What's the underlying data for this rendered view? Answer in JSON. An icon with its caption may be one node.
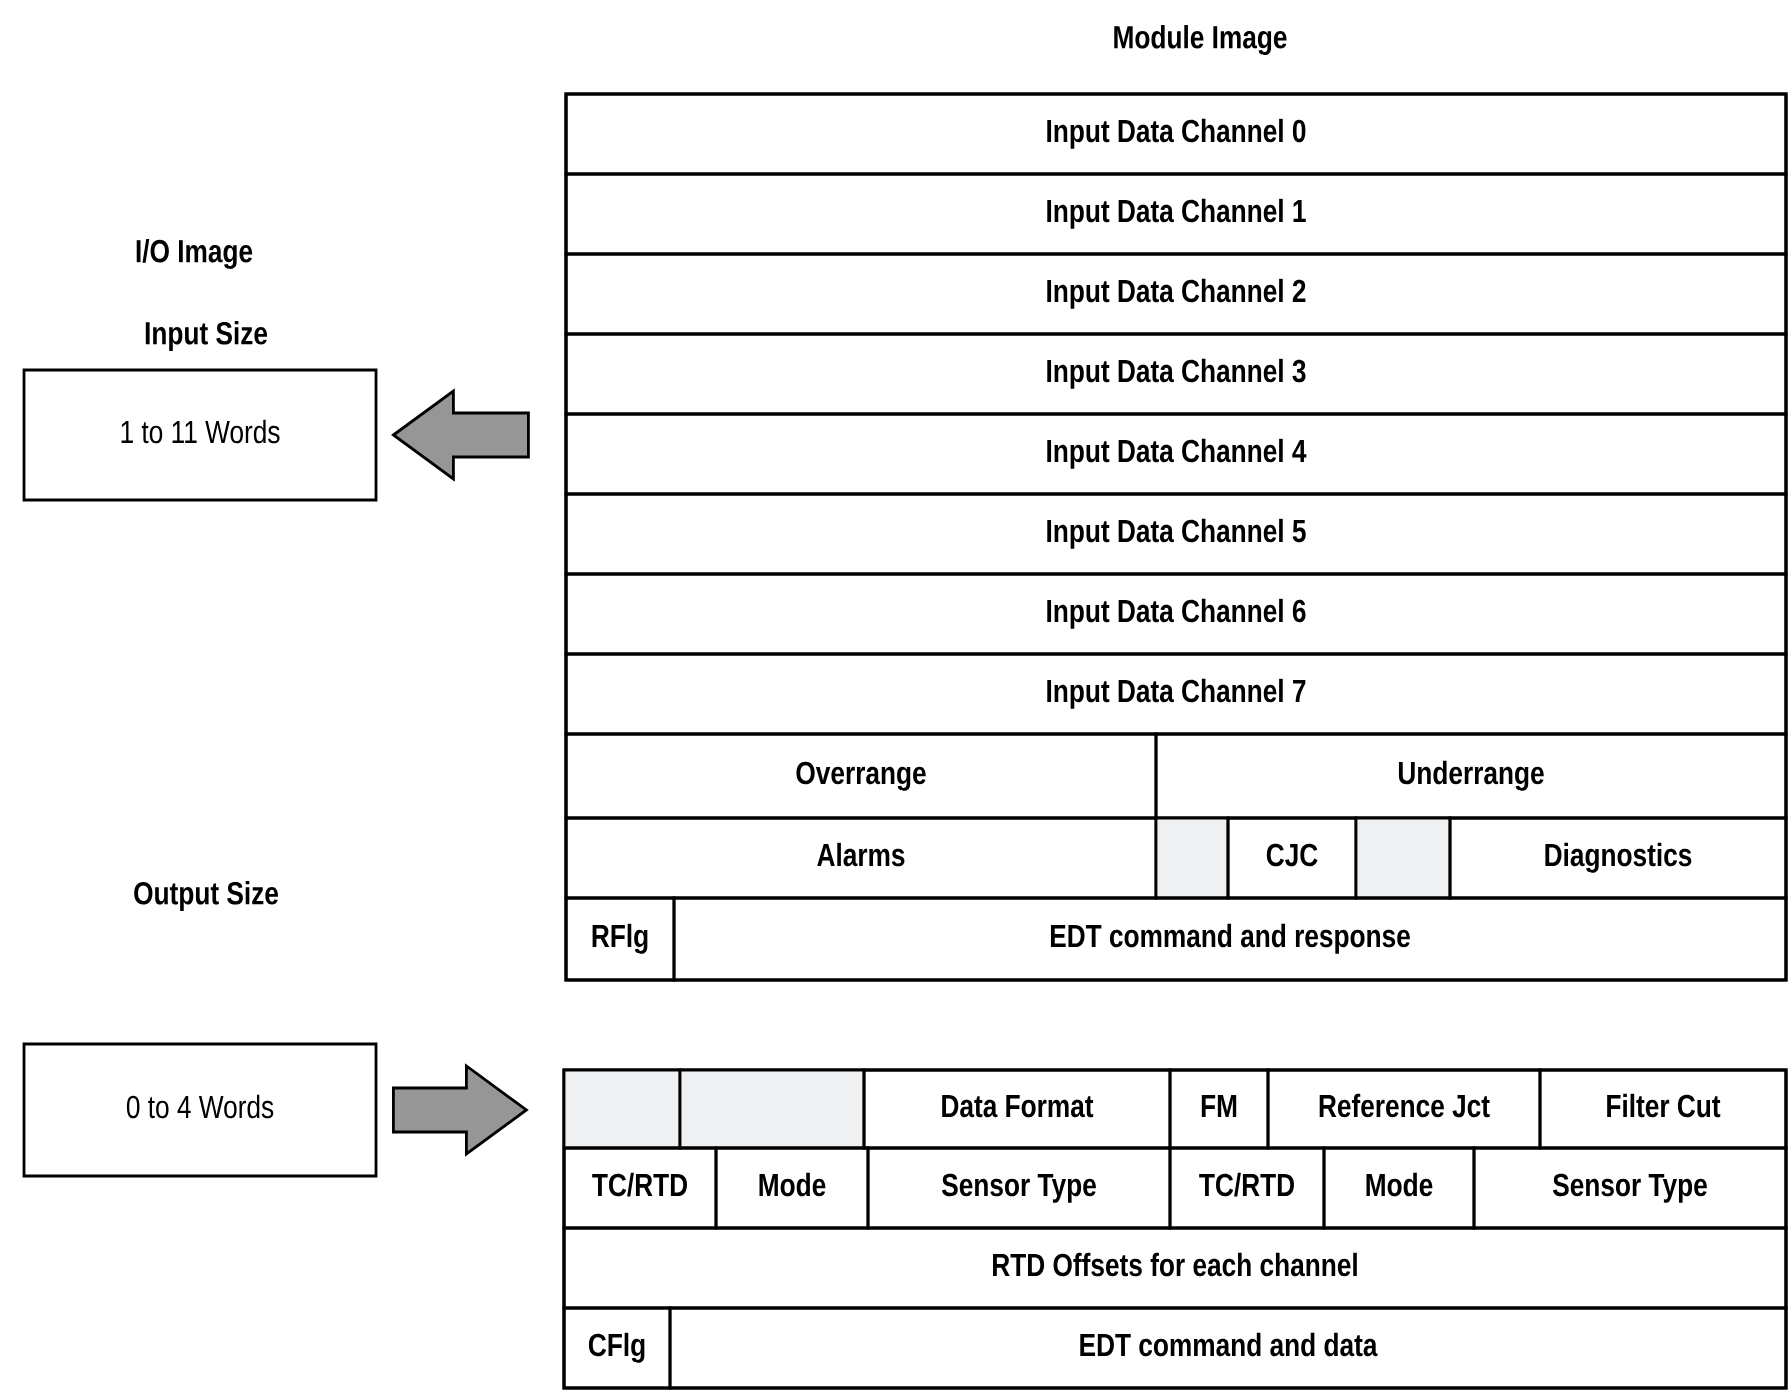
{
  "diagram": {
    "title": "Module Image",
    "nodes": [
      {
        "text": [],
        "shape": "box"
      },
      {
        "text": [
          "Input Data Channel 0"
        ],
        "in": 0
      },
      {
        "text": [
          "Input Data Channel 1"
        ],
        "in": 0
      },
      {
        "text": [
          "Input Data Channel 2"
        ],
        "in": 0
      },
      {
        "text": [
          "Input Data Channel 3"
        ],
        "in": 0
      },
      {
        "text": [
          "Input Data Channel 4"
        ],
        "in": 0
      },
      {
        "text": [
          "Input Data Channel 5"
        ],
        "in": 0
      },
      {
        "text": [
          "Input Data Channel 6"
        ],
        "in": 0
      },
      {
        "text": [
          "Input Data Channel 7"
        ],
        "in": 0
      },
      {
        "text": [
          "Overrange"
        ],
        "in": 0
      },
      {
        "text": [
          "Underrange"
        ],
        "in": 0
      },
      {
        "text": [
          "Alarms"
        ],
        "in": 0
      },
      {
        "text": [],
        "shape": "box",
        "in": 0
      },
      {
        "text": [
          "CJC"
        ],
        "in": 0
      },
      {
        "text": [],
        "shape": "box",
        "in": 0
      },
      {
        "text": [
          "Diagnostics"
        ],
        "in": 0
      },
      {
        "text": [
          "RFlg"
        ],
        "in": 0
      },
      {
        "text": [
          "EDT command and response"
        ],
        "in": 0
      },
      {
        "text": [
          "1 to 11 Words"
        ]
      },
      {
        "text": [
          "0 to 4 Words"
        ]
      },
      {
        "text": [],
        "shape": "box"
      },
      {
        "text": [],
        "shape": "box",
        "in": 20
      },
      {
        "text": [],
        "shape": "box",
        "in": 20
      },
      {
        "text": [
          "Data Format"
        ],
        "in": 20
      },
      {
        "text": [
          "FM"
        ],
        "in": 20
      },
      {
        "text": [
          "Reference Jct"
        ],
        "in": 20
      },
      {
        "text": [
          "Filter Cut"
        ],
        "in": 20
      },
      {
        "text": [
          "TC/RTD"
        ],
        "in": 20
      },
      {
        "text": [
          "Mode"
        ],
        "in": 20
      },
      {
        "text": [
          "Sensor Type"
        ],
        "in": 20
      },
      {
        "text": [
          "TC/RTD"
        ],
        "in": 20
      },
      {
        "text": [
          "Mode"
        ],
        "in": 20
      },
      {
        "text": [
          "Sensor Type"
        ],
        "in": 20
      },
      {
        "text": [
          "RTD Offsets for each channel"
        ],
        "in": 20
      },
      {
        "text": [
          "CFlg"
        ],
        "in": 20
      },
      {
        "text": [
          "EDT command and data"
        ],
        "in": 20
      }
    ],
    "edges": [
      {
        "from": 0,
        "to": 18,
        "arrow": "to"
      },
      {
        "from": 19,
        "to": 20,
        "arrow": "to"
      }
    ],
    "labels": [
      "I/O Image",
      "Input Size",
      "Output Size"
    ]
  }
}
